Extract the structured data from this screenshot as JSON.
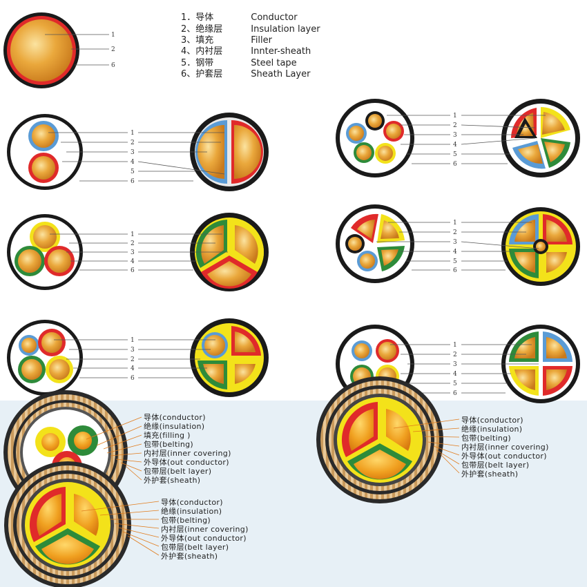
{
  "legend": {
    "items": [
      {
        "num": "1．",
        "cn": "导体",
        "en": "Conductor"
      },
      {
        "num": "2、",
        "cn": "绝缘层",
        "en": "Insulation layer"
      },
      {
        "num": "3、",
        "cn": "填充",
        "en": "Filler"
      },
      {
        "num": "4、",
        "cn": "内衬层",
        "en": "Innter-sheath"
      },
      {
        "num": "5．",
        "cn": "钢带",
        "en": "Steel tape"
      },
      {
        "num": "6、",
        "cn": "护套层",
        "en": "Sheath Layer"
      }
    ]
  },
  "numbers": {
    "n1": "1",
    "n2": "2",
    "n3": "3",
    "n4": "4",
    "n5": "5",
    "n6": "6"
  },
  "armored_left": {
    "labels": [
      "导体(conductor)",
      "绝缘(insulation)",
      "填充(filling )",
      "包带(belting)",
      "内衬层(inner covering)",
      "外导体(out conductor)",
      "包带层(belt layer)",
      "外护套(sheath)"
    ]
  },
  "armored_right": {
    "labels": [
      "导体(conductor)",
      "绝缘(insulation)",
      "包带(belting)",
      "内衬层(inner covering)",
      "外导体(out conductor)",
      "包带层(belt layer)",
      "外护套(sheath)"
    ]
  },
  "armored_bottom": {
    "labels": [
      "导体(conductor)",
      "绝缘(insulation)",
      "包带(belting)",
      "内衬层(inner covering)",
      "外导体(out conductor)",
      "包带层(belt layer)",
      "外护套(sheath)"
    ]
  },
  "colors": {
    "sheath": "#1a1a1a",
    "red": "#e02a2a",
    "blue": "#5a9bd5",
    "green": "#2e8b3a",
    "yellow": "#f3e21a",
    "copper": "#e9a23a",
    "armor": "#d9b07a"
  }
}
